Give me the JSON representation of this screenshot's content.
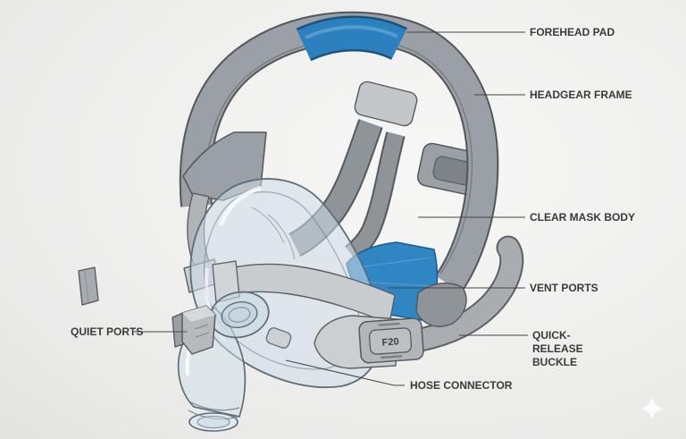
{
  "diagram": {
    "subject": "full-face-cpap-mask-parts-diagram",
    "labels": {
      "forehead_pad": "FOREHEAD PAD",
      "headgear_frame": "HEADGEAR FRAME",
      "clear_mask_body": "CLEAR MASK BODY",
      "vent_ports": "VENT PORTS",
      "quick_release_buckle": "QUICK-RELEASE BUCKLE",
      "hose_connector": "HOSE CONNECTOR",
      "quiet_ports": "QUIET PORTS"
    },
    "mask_model_badge": "F20",
    "colors": {
      "label_text": "#3a3a3a",
      "leader_line": "#454545",
      "forehead_pad_blue": "#2b80bd",
      "vent_blue": "#2f86c2",
      "frame_gray": "#9aa0a5",
      "strap_light_gray": "#c7cbce",
      "clear_mask_tint": "#d6e2ea",
      "background": "#efefee"
    }
  }
}
